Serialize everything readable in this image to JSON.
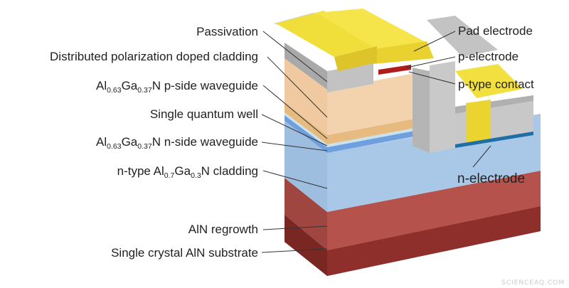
{
  "labels_left": {
    "passivation": "Passivation",
    "dpd_cladding": "Distributed polarization doped cladding",
    "p_waveguide": {
      "el1": "Al",
      "sub1": "0.63",
      "el2": "Ga",
      "sub2": "0.37",
      "rest": "N p-side waveguide"
    },
    "quantum_well": "Single quantum well",
    "n_waveguide": {
      "el1": "Al",
      "sub1": "0.63",
      "el2": "Ga",
      "sub2": "0.37",
      "rest": "N n-side waveguide"
    },
    "n_cladding": {
      "pre": "n-type Al",
      "sub1": "0.7",
      "el2": "Ga",
      "sub2": "0.3",
      "rest": "N cladding"
    },
    "aln_regrowth": "AlN regrowth",
    "substrate": "Single crystal AlN substrate"
  },
  "labels_right": {
    "pad_electrode": "Pad electrode",
    "p_electrode": "p-electrode",
    "p_contact": "p-type contact",
    "n_electrode": "n-electrode"
  },
  "watermark": "SCIENCEAQ.COM",
  "colors": {
    "substrate": "#8e2f2c",
    "regrowth": "#b6524c",
    "n_cladding": "#a9c7e6",
    "n_waveguide": "#6f9fdd",
    "quantum_well": "#c9e3ee",
    "p_waveguide": "#e7ba80",
    "dpd_cladding": "#f0c9a0",
    "passivation": "#bfbfbf",
    "pad": "#f0de3a",
    "p_contact": "#b01c1c",
    "n_electrode": "#1f6fa7"
  }
}
